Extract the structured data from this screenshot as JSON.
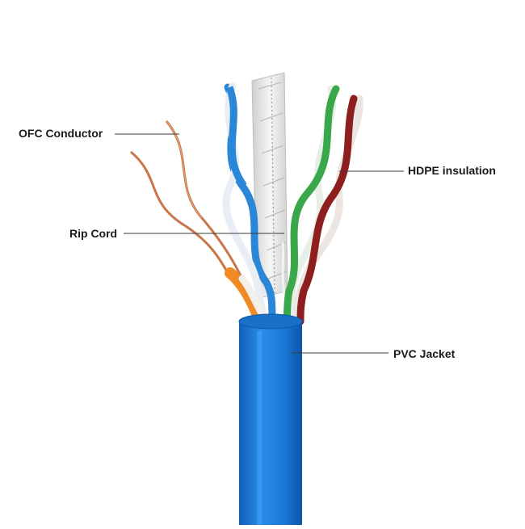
{
  "labels": {
    "ofc_conductor": "OFC Conductor",
    "rip_cord": "Rip Cord",
    "hdpe_insulation": "HDPE insulation",
    "pvc_jacket": "PVC Jacket"
  },
  "colors": {
    "jacket": "#1f7fdc",
    "leader_line": "#3a3a3a",
    "copper": "#c9774a",
    "orange_insulation": "#f08a24",
    "blue_pair": "#2a86d6",
    "green_pair": "#3aa84a",
    "brown_pair": "#8e1f1f",
    "separator": "#e6e6e6"
  }
}
